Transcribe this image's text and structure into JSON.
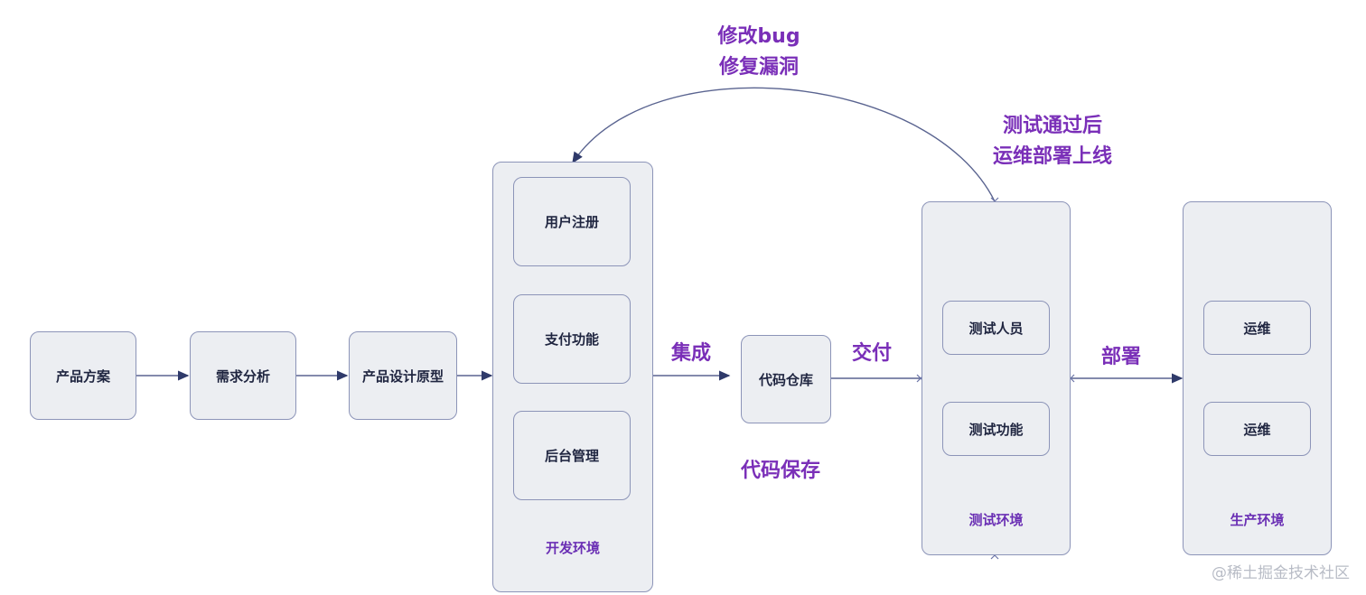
{
  "nodes": {
    "product_plan": "产品方案",
    "requirement_analysis": "需求分析",
    "product_prototype": "产品设计原型",
    "user_register": "用户注册",
    "payment_function": "支付功能",
    "admin_management": "后台管理",
    "code_repo": "代码仓库",
    "tester": "测试人员",
    "test_function": "测试功能",
    "ops_1": "运维",
    "ops_2": "运维"
  },
  "environments": {
    "dev": "开发环境",
    "test": "测试环境",
    "prod": "生产环境"
  },
  "edge_labels": {
    "integrate": "集成",
    "deliver": "交付",
    "deploy": "部署"
  },
  "notes": {
    "code_save": "代码保存",
    "fix_line1": "修改bug",
    "fix_line2": "修复漏洞",
    "release_line1": "测试通过后",
    "release_line2": "运维部署上线"
  },
  "watermark": "@稀土掘金技术社区",
  "colors": {
    "box_fill": "#eceef2",
    "box_border": "#8c94b8",
    "arrow": "#2f3a6a",
    "label_purple": "#7a2fb8"
  }
}
